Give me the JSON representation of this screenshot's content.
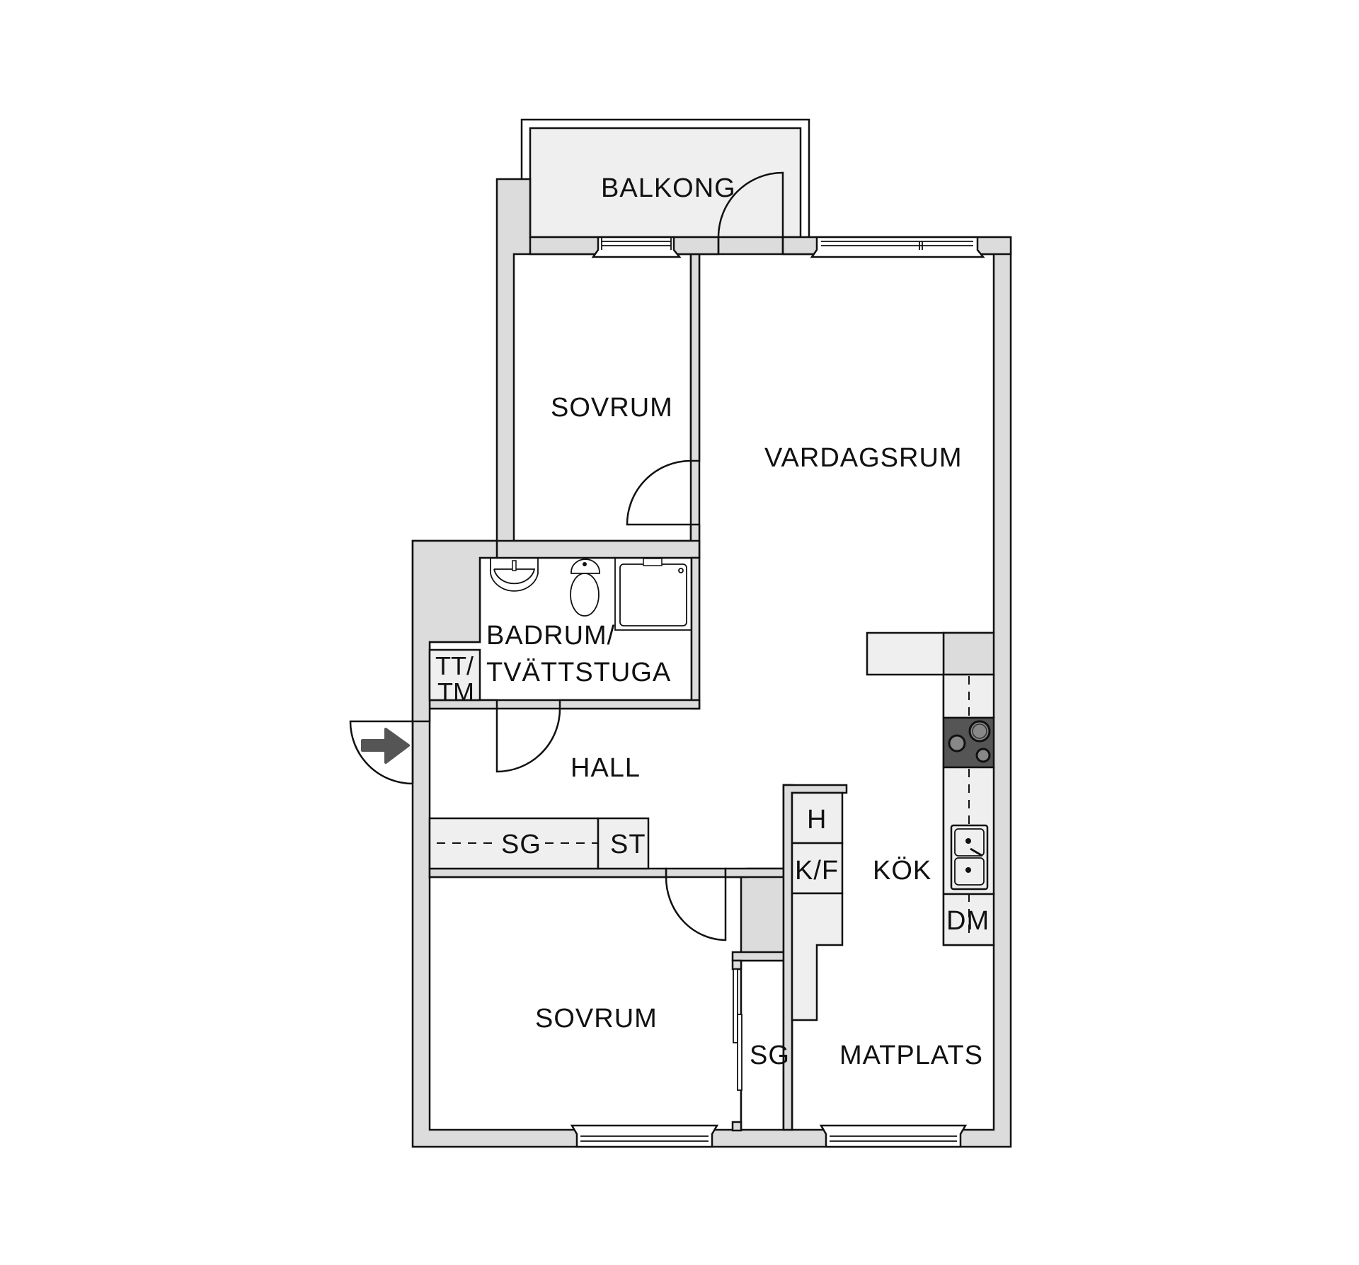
{
  "plan": {
    "colors": {
      "wall": "#dcdcdc",
      "fixture": "#efefef",
      "stove": "#555555",
      "entry_arrow": "#555555",
      "line": "#111111"
    },
    "rooms": {
      "balkong": "BALKONG",
      "sovrum_top": "SOVRUM",
      "vardagsrum": "VARDAGSRUM",
      "badrum_line1": "BADRUM/",
      "badrum_line2": "TVÄTTSTUGA",
      "hall": "HALL",
      "kok": "KÖK",
      "sovrum_bottom": "SOVRUM",
      "matplats": "MATPLATS"
    },
    "fixtures": {
      "tt_line1": "TT/",
      "tt_line2": "TM",
      "hall_wardrobe": "SG",
      "hall_storage": "ST",
      "bedroom_wardrobe": "SG",
      "hood": "H",
      "fridge_freezer": "K/F",
      "dishwasher": "DM"
    },
    "icons": [
      "entry-arrow-icon",
      "sink-icon",
      "toilet-icon",
      "shower-icon",
      "stove-icon",
      "kitchen-sink-icon"
    ]
  }
}
